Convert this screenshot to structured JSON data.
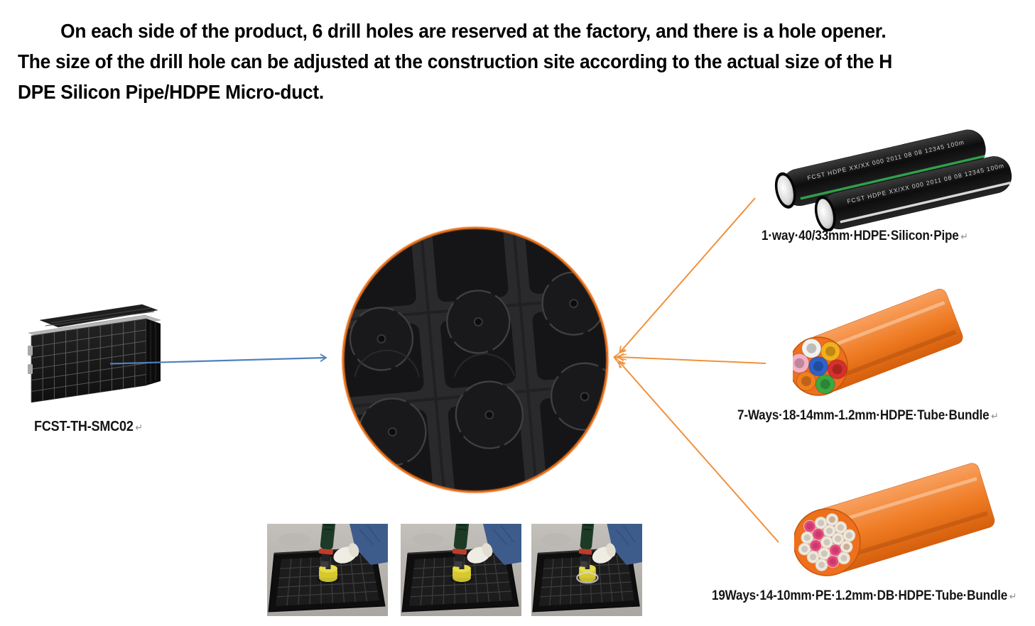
{
  "document": {
    "heading": {
      "line1": "On each side of the product, 6 drill holes are reserved at the factory, and there is a hole opener.",
      "line2": "The size of the drill hole can be adjusted at the construction site according to the actual size of the H",
      "line3": "DPE Silicon Pipe/HDPE Micro-duct."
    }
  },
  "products": {
    "box": {
      "label": "FCST-TH-SMC02",
      "return_mark": "↵"
    },
    "silicon_pipe": {
      "label": "1·way·40/33mm·HDPE·Silicon·Pipe",
      "return_mark": "↵",
      "print_text": "FCST    HDPE   XX/XX 000  2011 08 08   12345   100m"
    },
    "bundle_7way": {
      "label": "7-Ways·18-14mm-1.2mm·HDPE·Tube·Bundle",
      "return_mark": "↵"
    },
    "bundle_19way": {
      "label": "19Ways·14-10mm·PE·1.2mm·DB·HDPE·Tube·Bundle",
      "return_mark": "↵"
    }
  },
  "colors": {
    "accent_orange": "#ED7D31",
    "accent_blue": "#4F81BD",
    "text": "#000000"
  }
}
